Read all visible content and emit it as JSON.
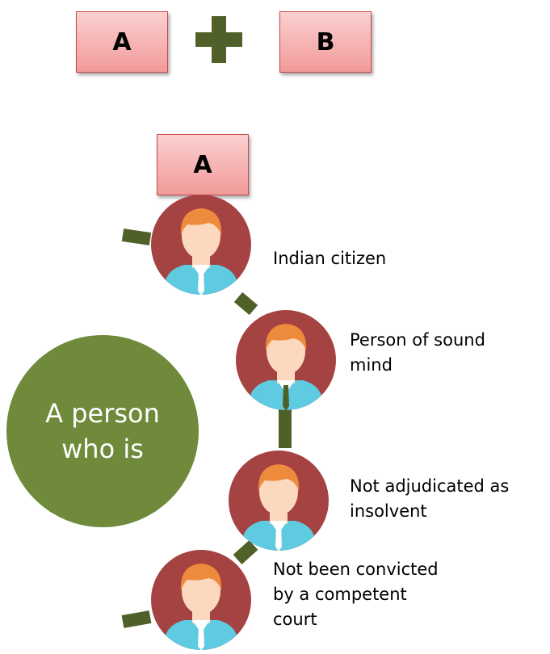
{
  "header": {
    "box_a_label": "A",
    "box_b_label": "B",
    "operator_icon": "plus-icon"
  },
  "section": {
    "box_label": "A"
  },
  "center": {
    "text": "A person who is"
  },
  "criteria": [
    {
      "label": "Indian citizen",
      "icon": "person-avatar-icon",
      "tie_color": "#ffffff"
    },
    {
      "label": "Person of sound mind",
      "icon": "person-avatar-icon",
      "tie_color": "#4f6128"
    },
    {
      "label": "Not adjudicated as insolvent",
      "icon": "person-avatar-icon",
      "tie_color": "#ffffff"
    },
    {
      "label": "Not been convicted by a competent court",
      "icon": "person-avatar-icon",
      "tie_color": "#ffffff"
    }
  ],
  "colors": {
    "box_fill": "#f29a9a",
    "box_border": "#c94848",
    "plus": "#4f6128",
    "center_circle": "#6e8a3a",
    "avatar_bg": "#a54242",
    "hair": "#ee8a3c",
    "skin": "#fbd8be",
    "shirt": "#5ecbe0",
    "connector": "#4f6128"
  }
}
